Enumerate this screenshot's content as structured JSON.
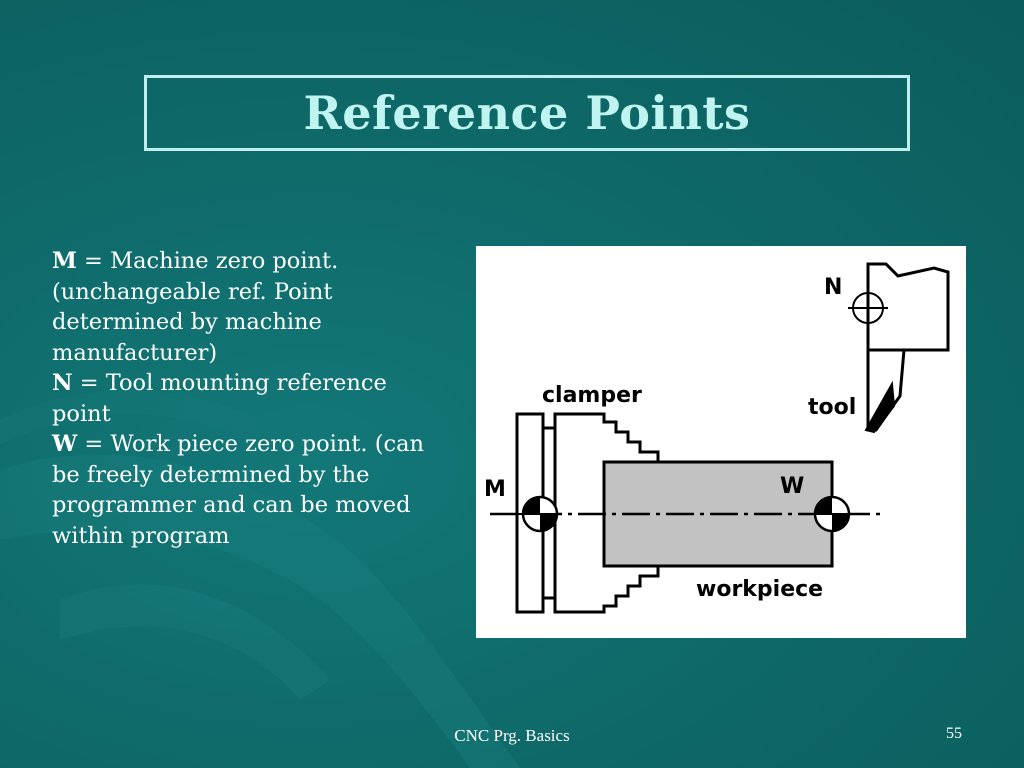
{
  "slide": {
    "title": "Reference Points",
    "definitions": [
      {
        "key": "M",
        "text": " = Machine zero point. (unchangeable ref. Point determined by machine manufacturer)"
      },
      {
        "key": "N",
        "text": " = Tool mounting reference point"
      },
      {
        "key": "W",
        "text": " = Work piece zero point. (can be freely determined by the programmer and can be moved within program"
      }
    ],
    "footer": "CNC Prg. Basics",
    "page_number": "55"
  },
  "figure": {
    "labels": {
      "n": "N",
      "tool": "tool",
      "clamper": "clamper",
      "m": "M",
      "w": "W",
      "workpiece": "workpiece"
    }
  }
}
